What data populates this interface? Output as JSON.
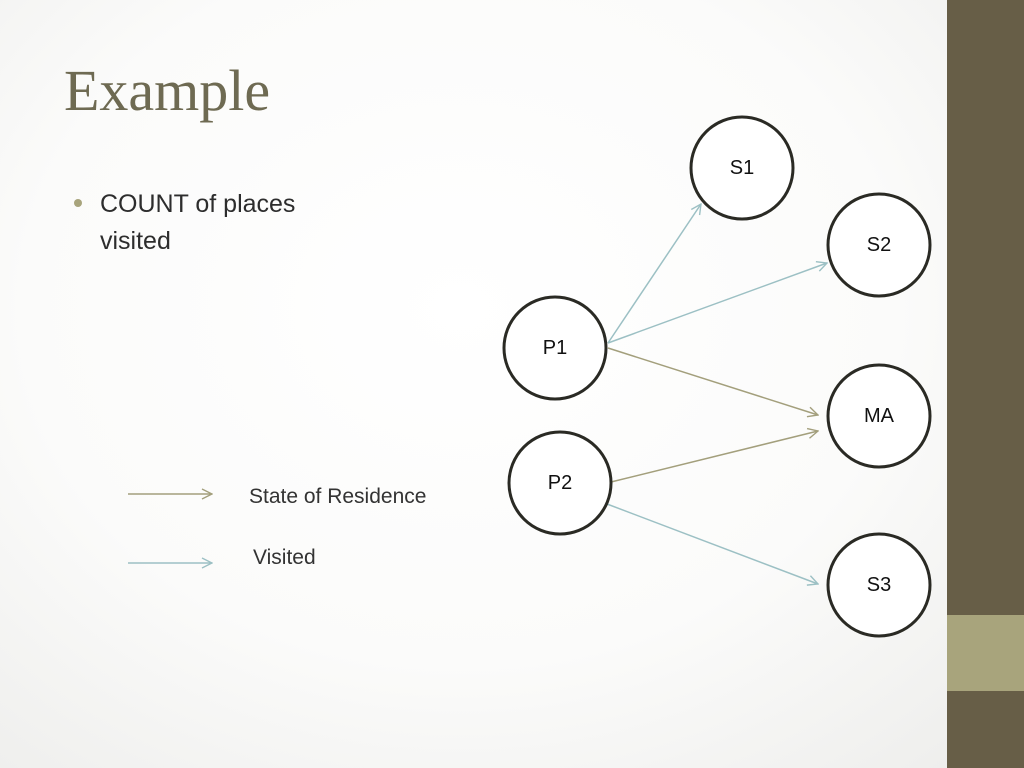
{
  "slide": {
    "title": "Example",
    "bullets": [
      "COUNT of places visited"
    ]
  },
  "legend": {
    "residence_label": "State of Residence",
    "visited_label": "Visited"
  },
  "colors": {
    "residence_edge": "#a39f7c",
    "visited_edge": "#9cc0c4",
    "node_stroke": "#2a2a24",
    "sidebar": "#675e47",
    "sidebar_accent": "#a8a47c"
  },
  "diagram": {
    "nodes": [
      {
        "id": "S1",
        "label": "S1"
      },
      {
        "id": "S2",
        "label": "S2"
      },
      {
        "id": "P1",
        "label": "P1"
      },
      {
        "id": "MA",
        "label": "MA"
      },
      {
        "id": "P2",
        "label": "P2"
      },
      {
        "id": "S3",
        "label": "S3"
      }
    ],
    "edges": [
      {
        "from": "P1",
        "to": "S1",
        "kind": "visited"
      },
      {
        "from": "P1",
        "to": "S2",
        "kind": "visited"
      },
      {
        "from": "P1",
        "to": "MA",
        "kind": "residence"
      },
      {
        "from": "P2",
        "to": "MA",
        "kind": "residence"
      },
      {
        "from": "P2",
        "to": "S3",
        "kind": "visited"
      }
    ]
  }
}
